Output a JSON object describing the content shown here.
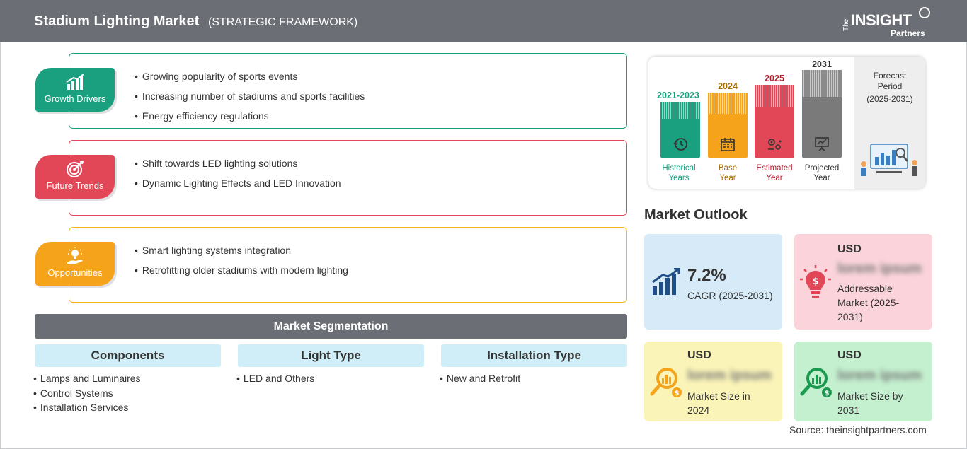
{
  "header": {
    "title": "Stadium Lighting Market",
    "subtitle": "(STRATEGIC FRAMEWORK)",
    "logo_the": "The",
    "logo_insight": "INSIGHT",
    "logo_partners": "Partners"
  },
  "framework": [
    {
      "label": "Growth Drivers",
      "icon": "growth-chart-icon",
      "color": "#1aa07e",
      "points": [
        "Growing popularity of sports events",
        "Increasing number of stadiums and sports facilities",
        "Energy efficiency regulations"
      ]
    },
    {
      "label": "Future Trends",
      "icon": "target-icon",
      "color": "#e14757",
      "points": [
        "Shift towards LED lighting solutions",
        "Dynamic Lighting Effects and LED Innovation"
      ]
    },
    {
      "label": "Opportunities",
      "icon": "lightbulb-hand-icon",
      "color": "#f5a31b",
      "points": [
        "Smart lighting systems integration",
        "Retrofitting older stadiums with modern lighting"
      ]
    }
  ],
  "segmentation": {
    "title": "Market Segmentation",
    "columns": [
      {
        "title": "Components",
        "items": [
          "Lamps and Luminaires",
          "Control Systems",
          "Installation Services"
        ]
      },
      {
        "title": "Light Type",
        "items": [
          "LED and Others"
        ]
      },
      {
        "title": "Installation Type",
        "items": [
          "New and Retrofit"
        ]
      }
    ]
  },
  "timeline": {
    "bars": [
      {
        "year": "2021-2023",
        "caption_1": "Historical",
        "caption_2": "Years",
        "color": "#1aa07e",
        "text_color": "#1aa07e",
        "icon": "history-clock-icon"
      },
      {
        "year": "2024",
        "caption_1": "Base",
        "caption_2": "Year",
        "color": "#f5a31b",
        "text_color": "#a86b00",
        "icon": "calendar-icon"
      },
      {
        "year": "2025",
        "caption_1": "Estimated",
        "caption_2": "Year",
        "color": "#e14757",
        "text_color": "#b01e30",
        "icon": "gears-icon"
      },
      {
        "year": "2031",
        "caption_1": "Projected",
        "caption_2": "Year",
        "color": "#7a7a7a",
        "text_color": "#333333",
        "icon": "presentation-icon"
      }
    ],
    "forecast_line_1": "Forecast",
    "forecast_line_2": "Period",
    "forecast_line_3": "(2025-2031)"
  },
  "outlook": {
    "title": "Market Outlook",
    "cagr": {
      "value": "7.2%",
      "label": "CAGR (2025-2031)",
      "color": "#d6eaf7"
    },
    "addressable": {
      "currency": "USD",
      "value": "lorem ipsum",
      "label_1": "Addressable",
      "label_2": "Market (2025-",
      "label_3": "2031)",
      "color": "#fad4da"
    },
    "size_2024": {
      "currency": "USD",
      "value": "lorem ipsum",
      "label_1": "Market Size in",
      "label_2": "2024",
      "color": "#fbf4b8"
    },
    "size_2031": {
      "currency": "USD",
      "value": "lorem ipsum",
      "label_1": "Market Size by",
      "label_2": "2031",
      "color": "#c4f0cf"
    }
  },
  "source": "Source: theinsightpartners.com"
}
